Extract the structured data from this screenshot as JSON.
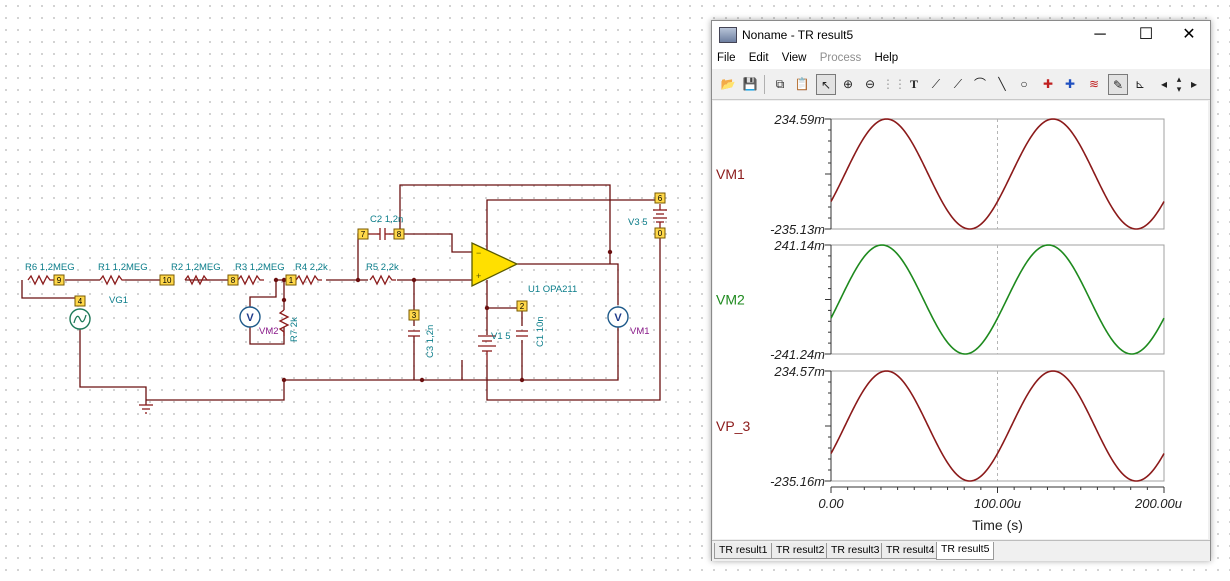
{
  "window": {
    "title": "Noname - TR result5",
    "minimize": "─",
    "maximize": "☐",
    "close": "✕"
  },
  "menu": [
    "File",
    "Edit",
    "View",
    "Process",
    "Help"
  ],
  "schematic": {
    "labels": {
      "r6": "R6 1,2MEG",
      "r1": "R1 1,2MEG",
      "r2": "R2 1,2MEG",
      "r3": "R3 1,2MEG",
      "r4": "R4 2,2k",
      "r5": "R5 2,2k",
      "c2": "C2 1,2n",
      "c3": "C3 1,2n",
      "c1": "C1 10n",
      "r7": "R7 2k",
      "vg1": "VG1",
      "vm2": "VM2",
      "vm1": "VM1",
      "v1": "V1 5",
      "v3": "V3 5",
      "u1": "U1 OPA211",
      "v": "V"
    },
    "nodes": {
      "n9": "9",
      "n10": "10",
      "n8": "8",
      "n1": "1",
      "n4": "4",
      "n7": "7",
      "n8b": "8",
      "n6": "6",
      "n0": "0",
      "n3": "3",
      "n2": "2"
    }
  },
  "chart": {
    "x_ticks": [
      "0.00",
      "100.00u",
      "200.00u"
    ],
    "x_label": "Time (s)",
    "panels": [
      {
        "name": "VM1",
        "ymax": "234.59m",
        "ymin": "-235.13m",
        "color": "#8b1a1a"
      },
      {
        "name": "VM2",
        "ymax": "241.14m",
        "ymin": "-241.24m",
        "color": "#1e8a1e"
      },
      {
        "name": "VP_3",
        "ymax": "234.57m",
        "ymin": "-235.16m",
        "color": "#8b1a1a"
      }
    ]
  },
  "chart_data": {
    "type": "line",
    "x_unit": "s",
    "x_range": [
      0,
      0.0002
    ],
    "series": [
      {
        "name": "VM1",
        "amplitude": 0.23486,
        "offset": -0.00027,
        "period": 0.0001,
        "phase_deg": 30,
        "ylim": [
          -0.23513,
          0.23459
        ]
      },
      {
        "name": "VM2",
        "amplitude": 0.24119,
        "offset": -5e-05,
        "period": 0.0001,
        "phase_deg": 20,
        "ylim": [
          -0.24124,
          0.24114
        ]
      },
      {
        "name": "VP_3",
        "amplitude": 0.23487,
        "offset": -0.0003,
        "period": 0.0001,
        "phase_deg": 30,
        "ylim": [
          -0.23516,
          0.23457
        ]
      }
    ]
  },
  "tabs": [
    "TR result1",
    "TR result2",
    "TR result3",
    "TR result4",
    "TR result5"
  ],
  "active_tab": 4
}
